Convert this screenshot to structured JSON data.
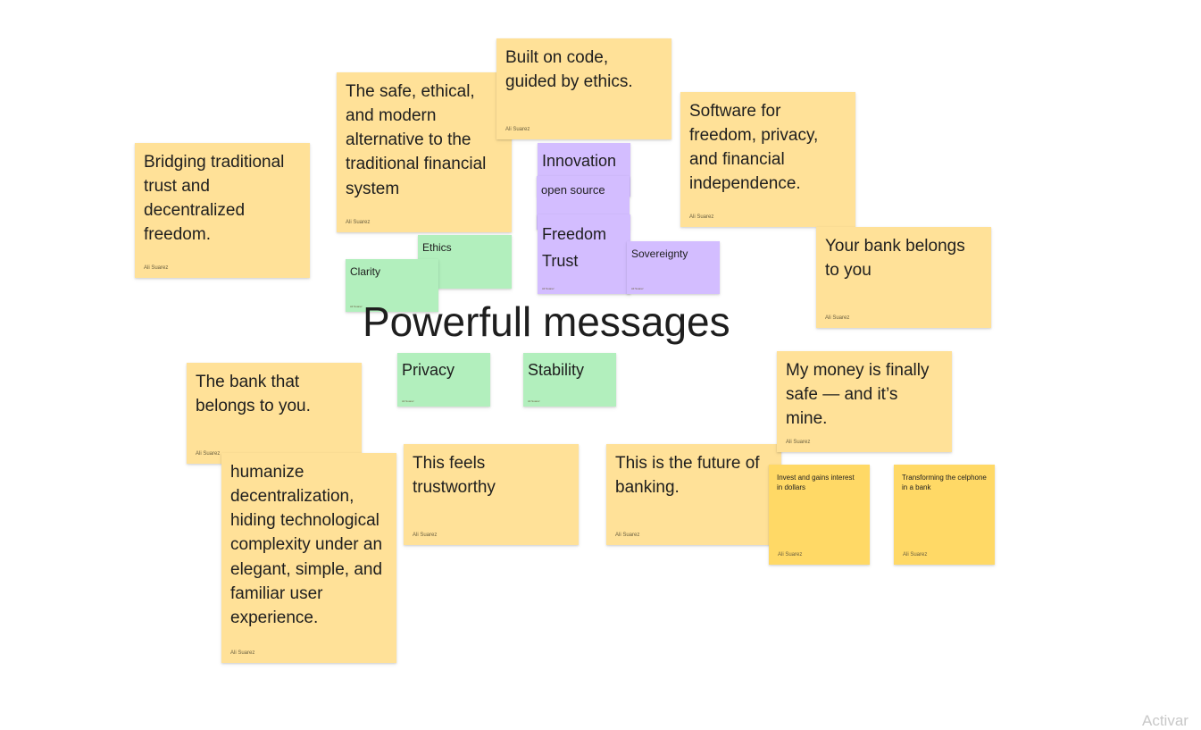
{
  "board": {
    "title": "Powerfull messages",
    "watermark": "Activar"
  },
  "notes": {
    "bridging": {
      "text": "Bridging traditional trust and decentralized freedom.",
      "author": "Ali Suarez"
    },
    "safe_ethical": {
      "text": "The safe, ethical, and modern alternative to the traditional financial system",
      "author": "Ali Suarez"
    },
    "built_on_code": {
      "text": "Built on code, guided by ethics.",
      "author": "Ali Suarez"
    },
    "software": {
      "text": "Software for freedom, privacy, and financial independence.",
      "author": "Ali Suarez"
    },
    "your_bank": {
      "text": "Your bank belongs to you",
      "author": "Ali Suarez"
    },
    "bank_belongs": {
      "text": "The bank that belongs to you.",
      "author": "Ali Suarez"
    },
    "humanize": {
      "text": "humanize decentralization, hiding technological complexity under an elegant, simple, and familiar user experience.",
      "author": "Ali Suarez"
    },
    "trustworthy": {
      "text": "This feels trustworthy",
      "author": "Ali Suarez"
    },
    "future": {
      "text": "This is the future of banking.",
      "author": "Ali Suarez"
    },
    "my_money": {
      "text": "My money is finally safe — and it’s mine.",
      "author": "Ali Suarez"
    },
    "invest": {
      "text": "Invest and gains interest in dollars",
      "author": "Ali Suarez"
    },
    "transforming": {
      "text": "Transforming the celphone in a bank",
      "author": "Ali Suarez"
    },
    "ethics": {
      "text": "Ethics",
      "author": ""
    },
    "clarity": {
      "text": "Clarity",
      "author": "Ali Suarez"
    },
    "innovation": {
      "text": "Innovation",
      "author": ""
    },
    "open_source": {
      "text": "open source",
      "author": ""
    },
    "freedom_trust": {
      "text": "Freedom Trust",
      "author": "Ali Suarez"
    },
    "sovereignty": {
      "text": "Sovereignty",
      "author": "Ali Suarez"
    },
    "privacy": {
      "text": "Privacy",
      "author": "Ali Suarez"
    },
    "stability": {
      "text": "Stability",
      "author": "Ali Suarez"
    }
  },
  "colors": {
    "yellow_note": "#ffe198",
    "dark_yellow_note": "#ffd966",
    "green_note": "#b2efbd",
    "purple_note": "#d3bdff"
  }
}
